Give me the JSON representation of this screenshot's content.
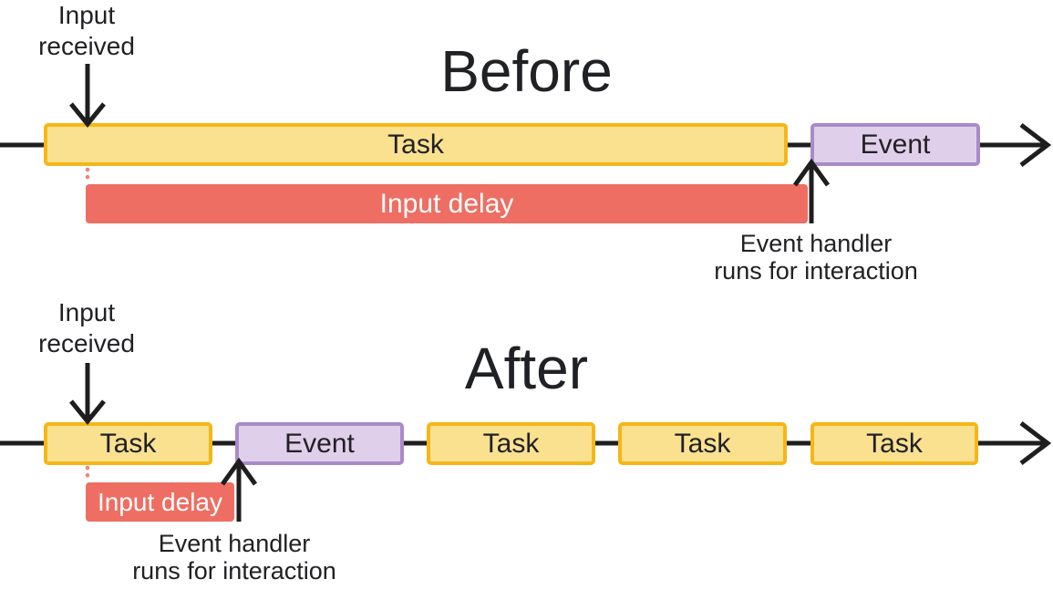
{
  "colors": {
    "line": "#1e1e1e",
    "text": "#202124",
    "task_fill": "#fae18f",
    "task_border": "#f5b717",
    "event_fill": "#e0cfea",
    "event_border": "#a98bc8",
    "delay_fill": "#ee6e63",
    "delay_text": "#ffffff",
    "dotted": "#f0837a"
  },
  "before": {
    "title": "Before",
    "input_received": {
      "line1": "Input",
      "line2": "received"
    },
    "bars": [
      {
        "type": "task",
        "label": "Task"
      },
      {
        "type": "event",
        "label": "Event"
      }
    ],
    "input_delay_label": "Input delay",
    "event_handler": {
      "line1": "Event handler",
      "line2": "runs for interaction"
    }
  },
  "after": {
    "title": "After",
    "input_received": {
      "line1": "Input",
      "line2": "received"
    },
    "bars": [
      {
        "type": "task",
        "label": "Task"
      },
      {
        "type": "event",
        "label": "Event"
      },
      {
        "type": "task",
        "label": "Task"
      },
      {
        "type": "task",
        "label": "Task"
      },
      {
        "type": "task",
        "label": "Task"
      }
    ],
    "input_delay_label": "Input delay",
    "event_handler": {
      "line1": "Event handler",
      "line2": "runs for interaction"
    }
  }
}
